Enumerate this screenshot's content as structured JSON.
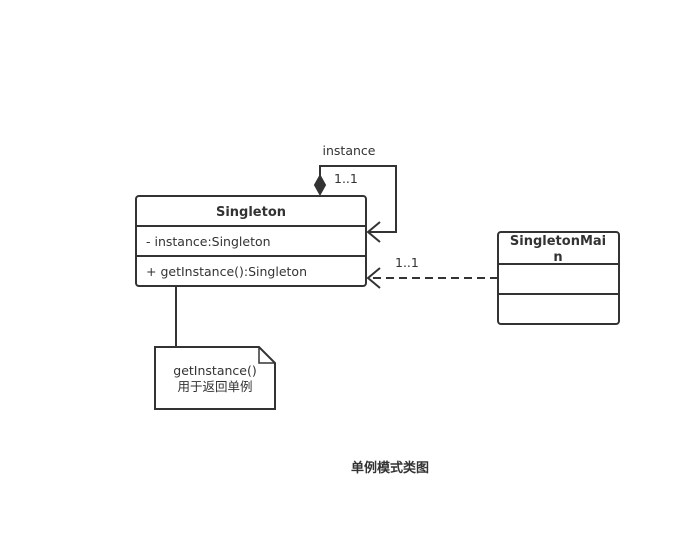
{
  "diagram": {
    "title": "单例模式类图",
    "classes": [
      {
        "name": "Singleton",
        "attributes": [
          "- instance:Singleton"
        ],
        "operations": [
          "+ getInstance():Singleton"
        ]
      },
      {
        "name_line1": "SingletonMai",
        "name_line2": "n",
        "attributes": [],
        "operations": []
      }
    ],
    "self_association": {
      "role": "instance",
      "multiplicity": "1..1",
      "type": "composition"
    },
    "dependency": {
      "multiplicity": "1..1"
    },
    "note": {
      "line1": "getInstance()",
      "line2": "用于返回单例"
    }
  }
}
